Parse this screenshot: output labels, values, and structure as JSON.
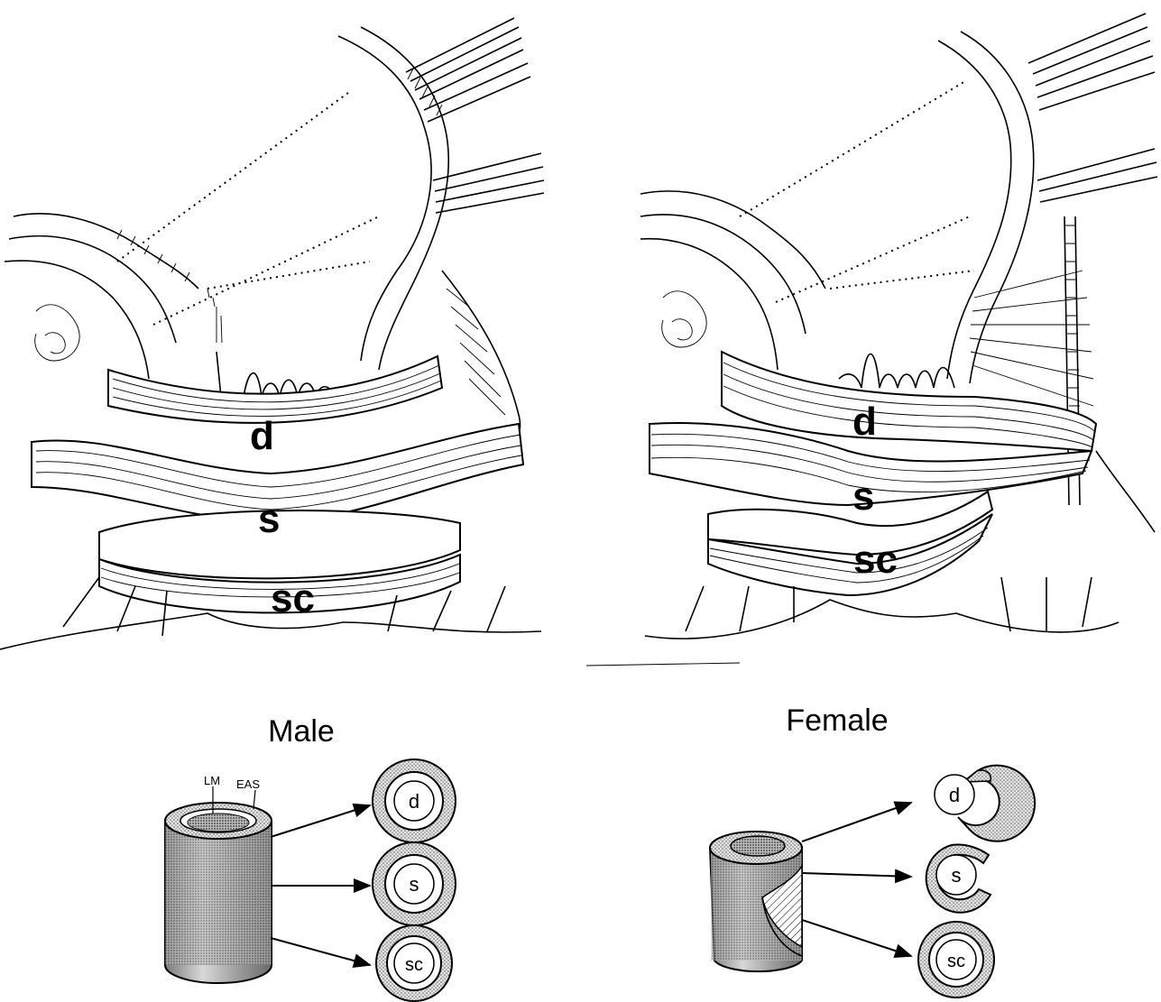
{
  "panels": {
    "male": {
      "caption": "Male",
      "band_labels": {
        "deep": "d",
        "superficial": "s",
        "subcutaneous": "sc"
      },
      "cylinder_labels": {
        "lm": "LM",
        "eas": "EAS"
      },
      "ring_labels": [
        "d",
        "s",
        "sc"
      ]
    },
    "female": {
      "caption": "Female",
      "band_labels": {
        "deep": "d",
        "superficial": "s",
        "subcutaneous": "sc"
      },
      "ring_labels": [
        "d",
        "s",
        "sc"
      ]
    }
  }
}
